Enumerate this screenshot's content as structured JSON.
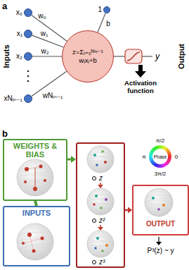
{
  "diagram": {
    "nodes": [
      {
        "text": [
          "x₀"
        ]
      },
      {
        "text": [
          "x₁"
        ]
      },
      {
        "text": [
          "x₂"
        ]
      },
      {
        "text": [
          "xNᵢₙ₋₁"
        ]
      },
      {
        "text": [
          "1"
        ]
      },
      {
        "text": [
          "z=Σᵢ₌₀ᴺⁱⁿ⁻¹ wᵢxᵢ+b"
        ]
      },
      {
        "text": [
          "WEIGHTS & BIAS"
        ]
      },
      {
        "text": [
          "INPUTS"
        ]
      },
      {
        "text": [
          "z",
          "z²",
          "z³"
        ]
      },
      {
        "text": [
          "OUTPUT",
          "P³(z) ~ y"
        ]
      }
    ],
    "edges": [
      {
        "from": 0,
        "to": 5,
        "arrow": "none",
        "label": "w₀"
      },
      {
        "from": 1,
        "to": 5,
        "arrow": "none",
        "label": "w₁"
      },
      {
        "from": 2,
        "to": 5,
        "arrow": "none",
        "label": "w₂"
      },
      {
        "from": 3,
        "to": 5,
        "arrow": "none",
        "label": "wNᵢₙ₋₁"
      },
      {
        "from": 4,
        "to": 5,
        "arrow": "none",
        "label": "b"
      },
      {
        "from": 6,
        "to": 7,
        "arrow": "none"
      },
      {
        "from": 6,
        "to": 8,
        "arrow": "to"
      },
      {
        "from": 8,
        "to": 9,
        "arrow": "to"
      }
    ],
    "labels": [
      "a",
      "Inputs",
      "Output",
      "y",
      "Activation function",
      "b",
      "π/2",
      "π",
      "0",
      "3π/2",
      "Phase"
    ]
  }
}
